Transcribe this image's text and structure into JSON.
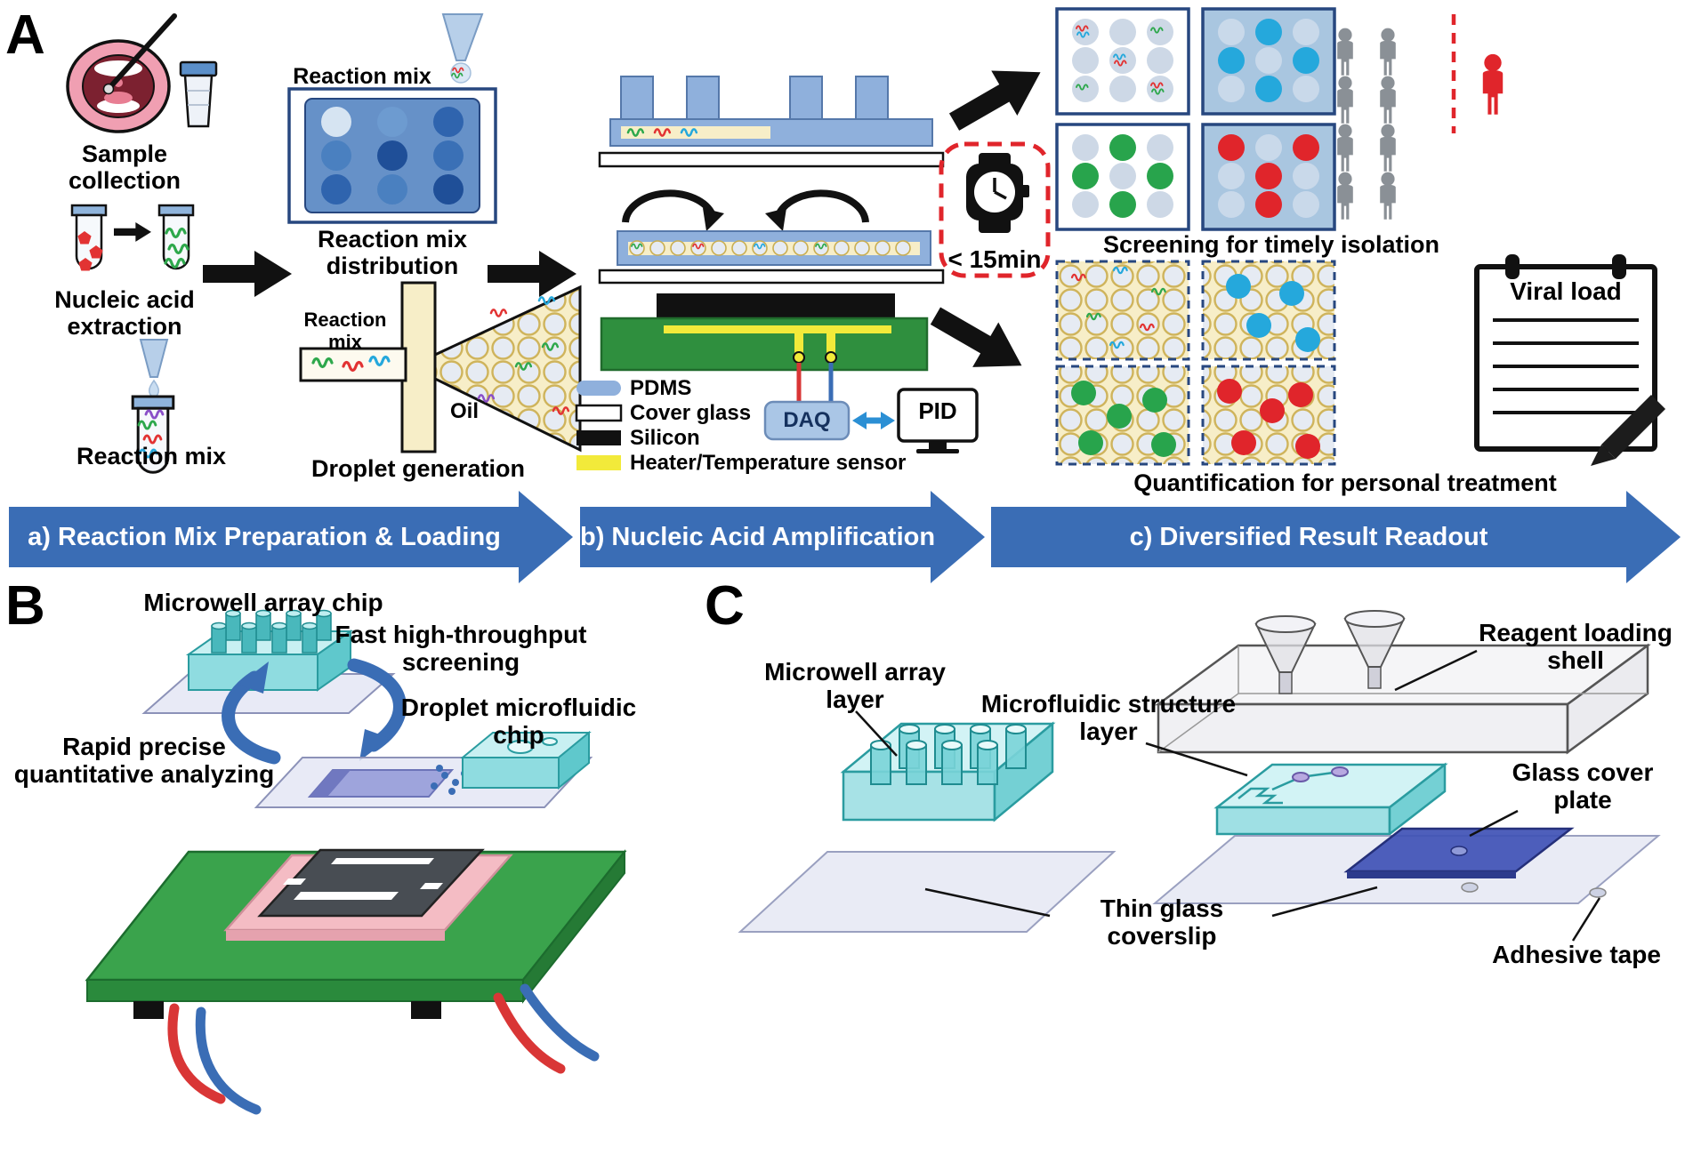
{
  "panel_a": {
    "label": "A",
    "sample_collection": "Sample collection",
    "nucleic_acid_extraction": "Nucleic acid extraction",
    "reaction_mix_tube": "Reaction mix",
    "reaction_mix_pipette": "Reaction mix",
    "reaction_mix_distribution": "Reaction mix distribution",
    "reaction_mix_channel": "Reaction mix",
    "oil": "Oil",
    "droplet_generation": "Droplet generation",
    "legend": {
      "pdms": "PDMS",
      "cover_glass": "Cover glass",
      "silicon": "Silicon",
      "heater": "Heater/Temperature sensor"
    },
    "daq": "DAQ",
    "pid": "PID",
    "time_limit": "< 15min",
    "screening_caption": "Screening for timely isolation",
    "quantification_caption": "Quantification for personal treatment",
    "viral_load": "Viral load",
    "steps": {
      "a": "a) Reaction Mix Preparation & Loading",
      "b": "b) Nucleic Acid Amplification",
      "c": "c) Diversified Result Readout"
    }
  },
  "panel_b": {
    "label": "B",
    "microwell_array_chip": "Microwell array chip",
    "fast_screening": "Fast high-throughput screening",
    "droplet_microfluidic_chip": "Droplet microfluidic chip",
    "rapid_analyzing": "Rapid precise quantitative analyzing"
  },
  "panel_c": {
    "label": "C",
    "reagent_loading_shell": "Reagent loading shell",
    "microwell_array_layer": "Microwell array layer",
    "microfluidic_structure_layer": "Microfluidic structure layer",
    "glass_cover_plate": "Glass cover plate",
    "thin_glass_coverslip": "Thin glass coverslip",
    "adhesive_tape": "Adhesive tape"
  },
  "colors": {
    "step_arrow_blue": "#3a6db5",
    "pdms_blue": "#8fb0dc",
    "heater_yellow": "#f2ea3a",
    "pcb_green": "#2f8f3e",
    "alert_red": "#e0252b",
    "positive_cyan": "#25a8dc",
    "positive_green": "#28a44c",
    "chip_teal": "#8fdce0"
  }
}
